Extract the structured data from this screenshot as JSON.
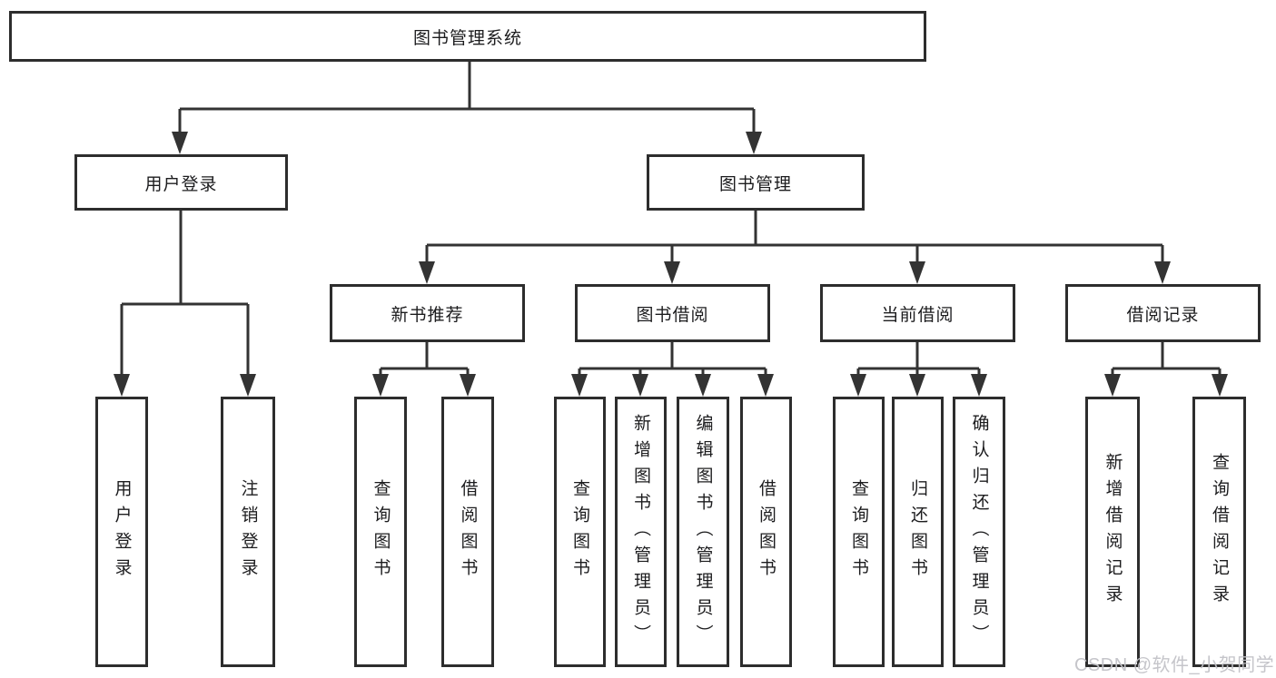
{
  "diagram": {
    "root": {
      "label": "图书管理系统"
    },
    "branches": [
      {
        "label": "用户登录",
        "children": [
          {
            "label": "用户登录"
          },
          {
            "label": "注销登录"
          }
        ]
      },
      {
        "label": "图书管理",
        "children": [
          {
            "label": "新书推荐",
            "children": [
              {
                "label": "查询图书"
              },
              {
                "label": "借阅图书"
              }
            ]
          },
          {
            "label": "图书借阅",
            "children": [
              {
                "label": "查询图书"
              },
              {
                "label": "新增图书（管理员）"
              },
              {
                "label": "编辑图书（管理员）"
              },
              {
                "label": "借阅图书"
              }
            ]
          },
          {
            "label": "当前借阅",
            "children": [
              {
                "label": "查询图书"
              },
              {
                "label": "归还图书"
              },
              {
                "label": "确认归还（管理员）"
              }
            ]
          },
          {
            "label": "借阅记录",
            "children": [
              {
                "label": "新增借阅记录"
              },
              {
                "label": "查询借阅记录"
              }
            ]
          }
        ]
      }
    ]
  },
  "watermark": {
    "text": "CSDN @软件_小贺同学"
  },
  "colors": {
    "line": "#333333",
    "box_border": "#2d2d2d",
    "box_fill": "#ffffff",
    "text": "#1c1c1e",
    "watermark": "#c2c2c7"
  }
}
